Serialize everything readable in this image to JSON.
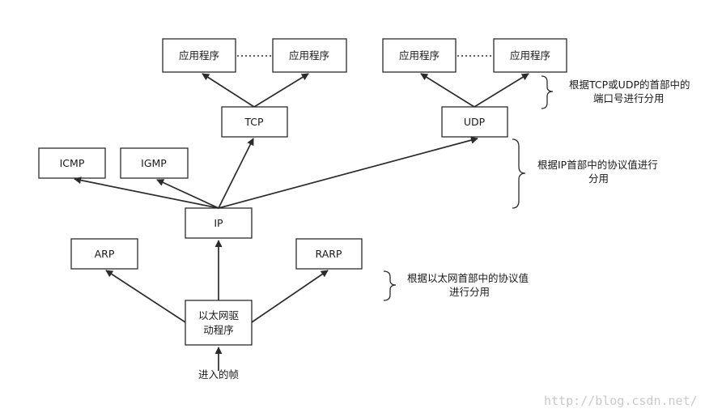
{
  "nodes": {
    "app1": "应用程序",
    "app2": "应用程序",
    "app3": "应用程序",
    "app4": "应用程序",
    "tcp": "TCP",
    "udp": "UDP",
    "icmp": "ICMP",
    "igmp": "IGMP",
    "ip": "IP",
    "arp": "ARP",
    "rarp": "RARP",
    "ethernet_driver": {
      "line1": "以太网驱",
      "line2": "动程序"
    },
    "incoming_frame": "进入的帧"
  },
  "notes": {
    "transport": {
      "line1": "根据TCP或UDP的首部中的",
      "line2": "端口号进行分用"
    },
    "network": {
      "line1": "根据IP首部中的协议值进行",
      "line2": "分用"
    },
    "link": {
      "line1": "根据以太网首部中的协议值",
      "line2": "进行分用"
    }
  },
  "watermark": "http://blog.csdn.net/",
  "colors": {
    "stroke": "#2b2b2b",
    "text": "#1a1a1a",
    "watermark": "#c9c9c9"
  }
}
